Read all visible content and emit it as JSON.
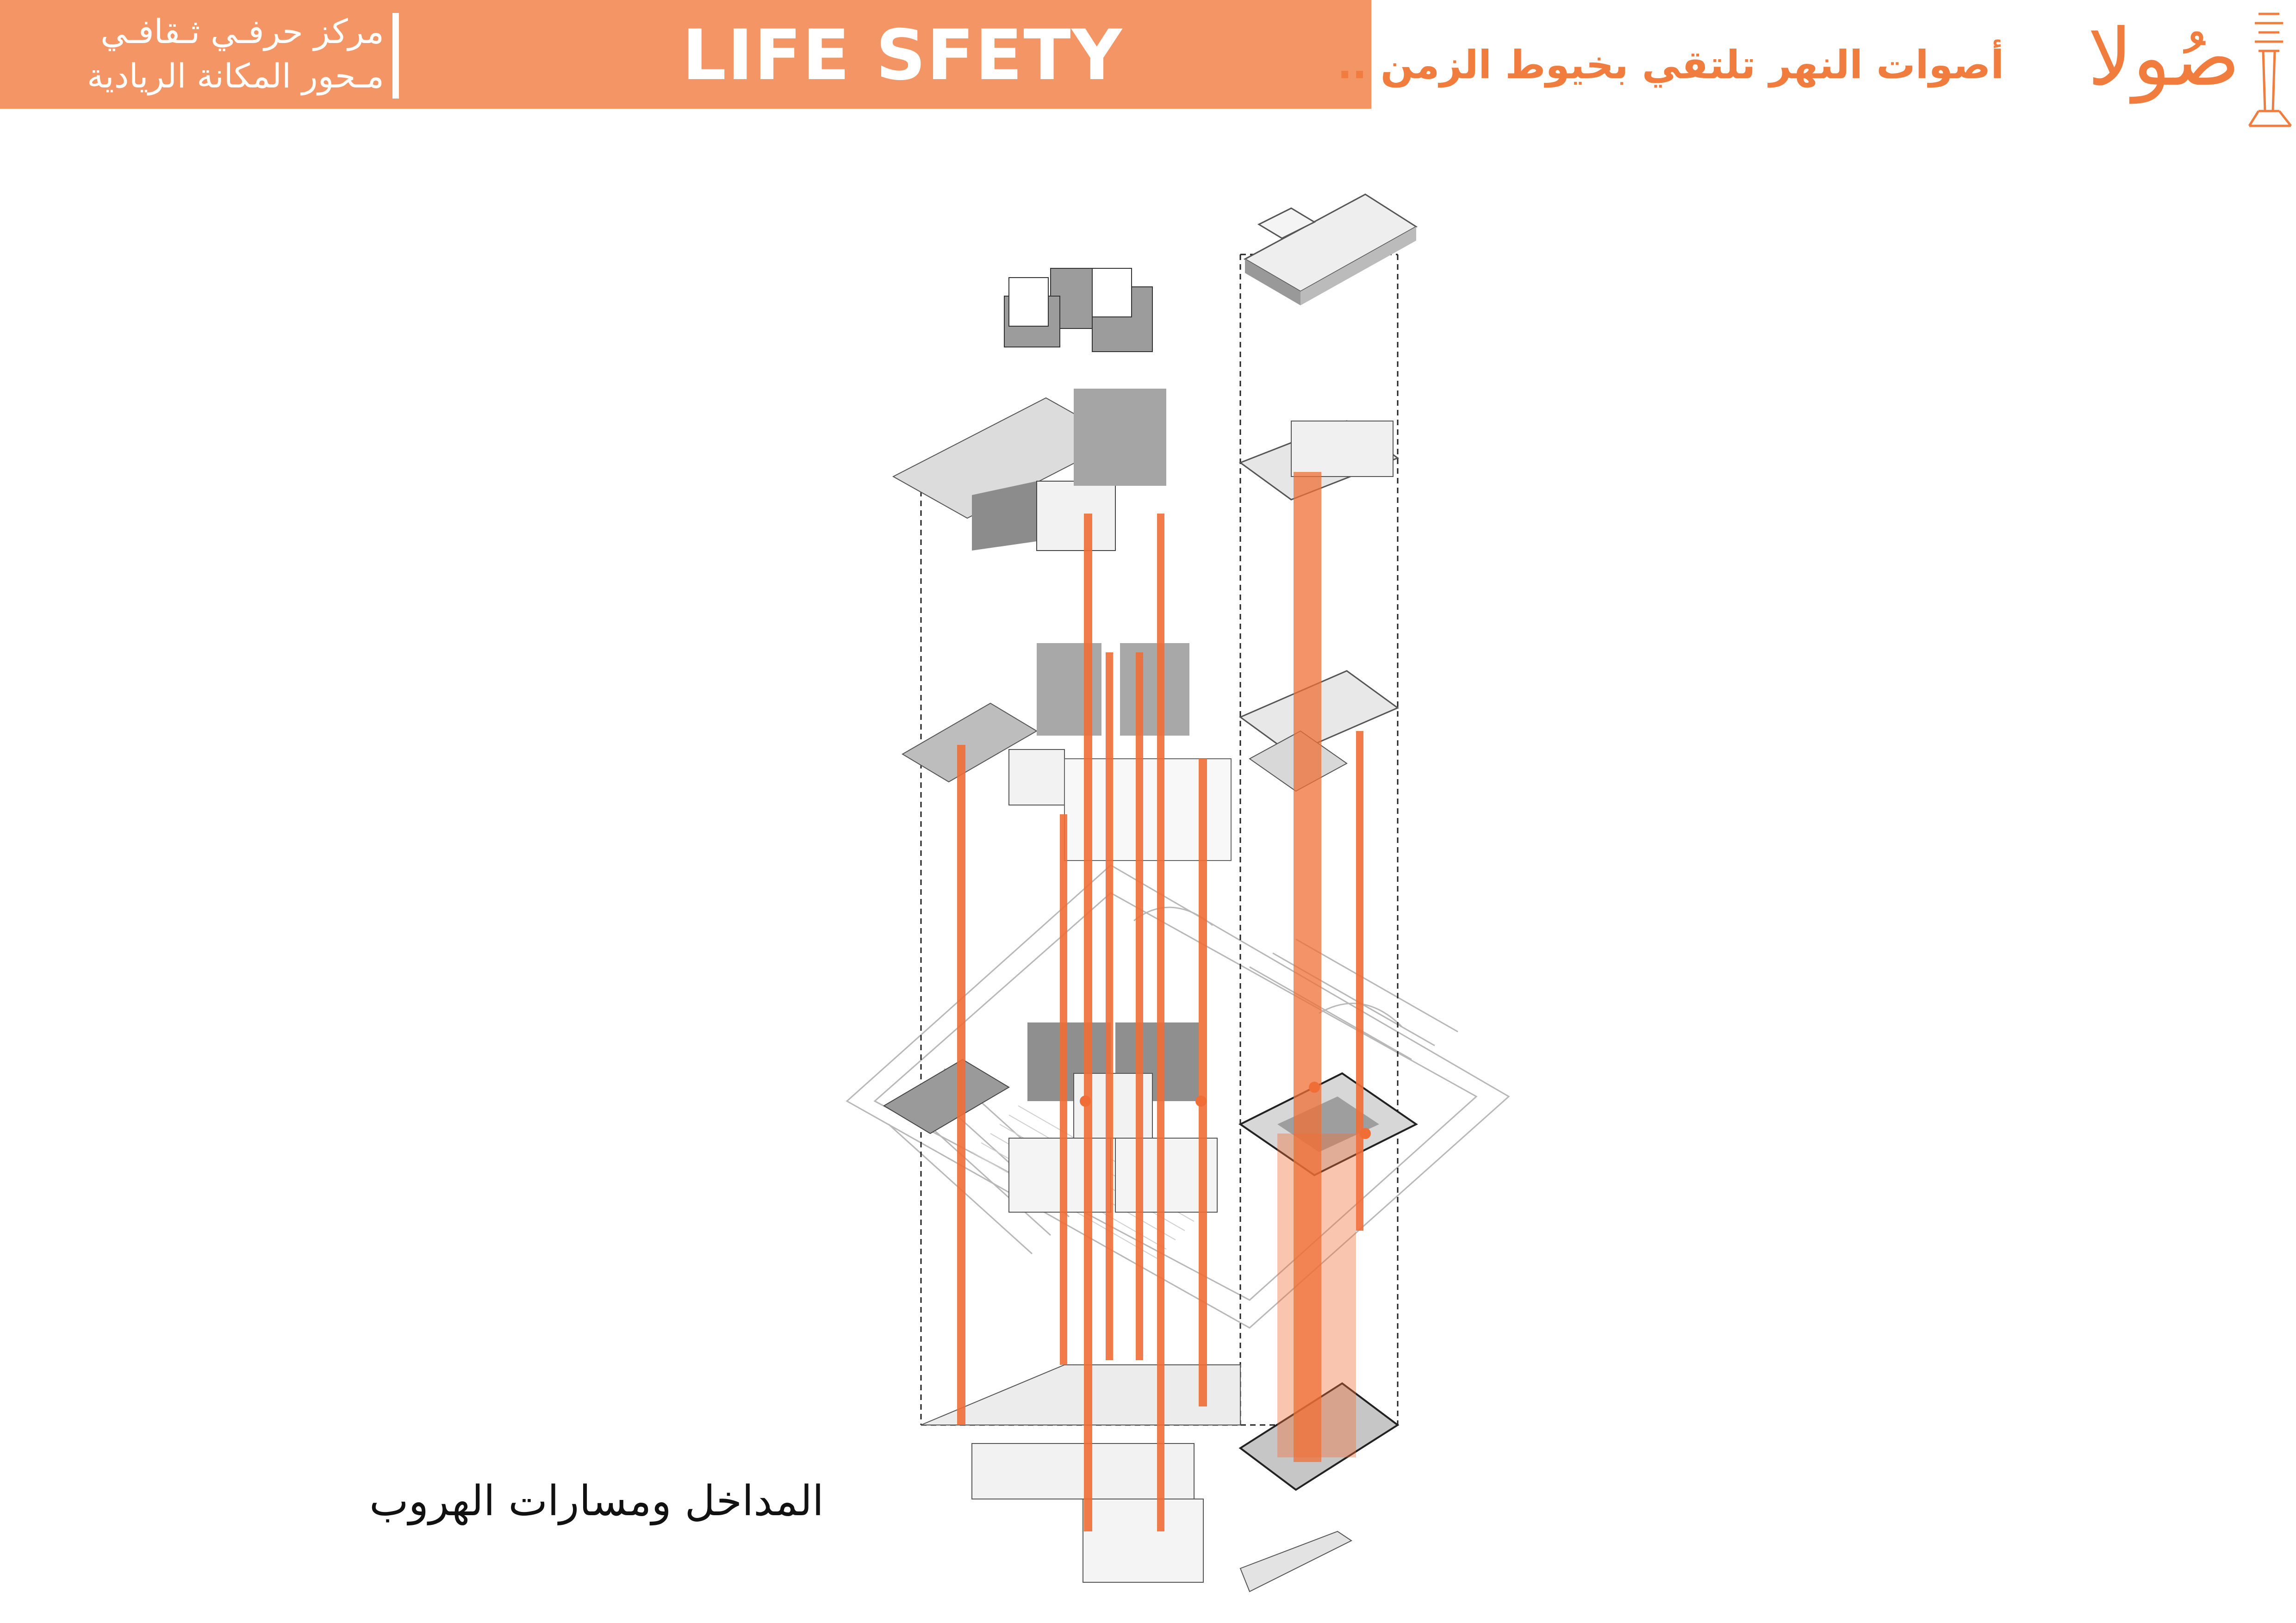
{
  "header": {
    "subtitle_line1": "مركز حرفـي ثـقافـي",
    "subtitle_line2": "مـحور المكانة الريادية",
    "title": "LIFE SFETY"
  },
  "brand": {
    "tagline": "أصوات النهر تلتقي بخيوط الزمن  ..",
    "name": "صُولا"
  },
  "caption": "المداخل ومسارات الهروب",
  "colors": {
    "header_bg": "#f49566",
    "accent": "#f07c3e",
    "route": "#f06d35"
  },
  "icons": [
    "column-logo-icon"
  ]
}
